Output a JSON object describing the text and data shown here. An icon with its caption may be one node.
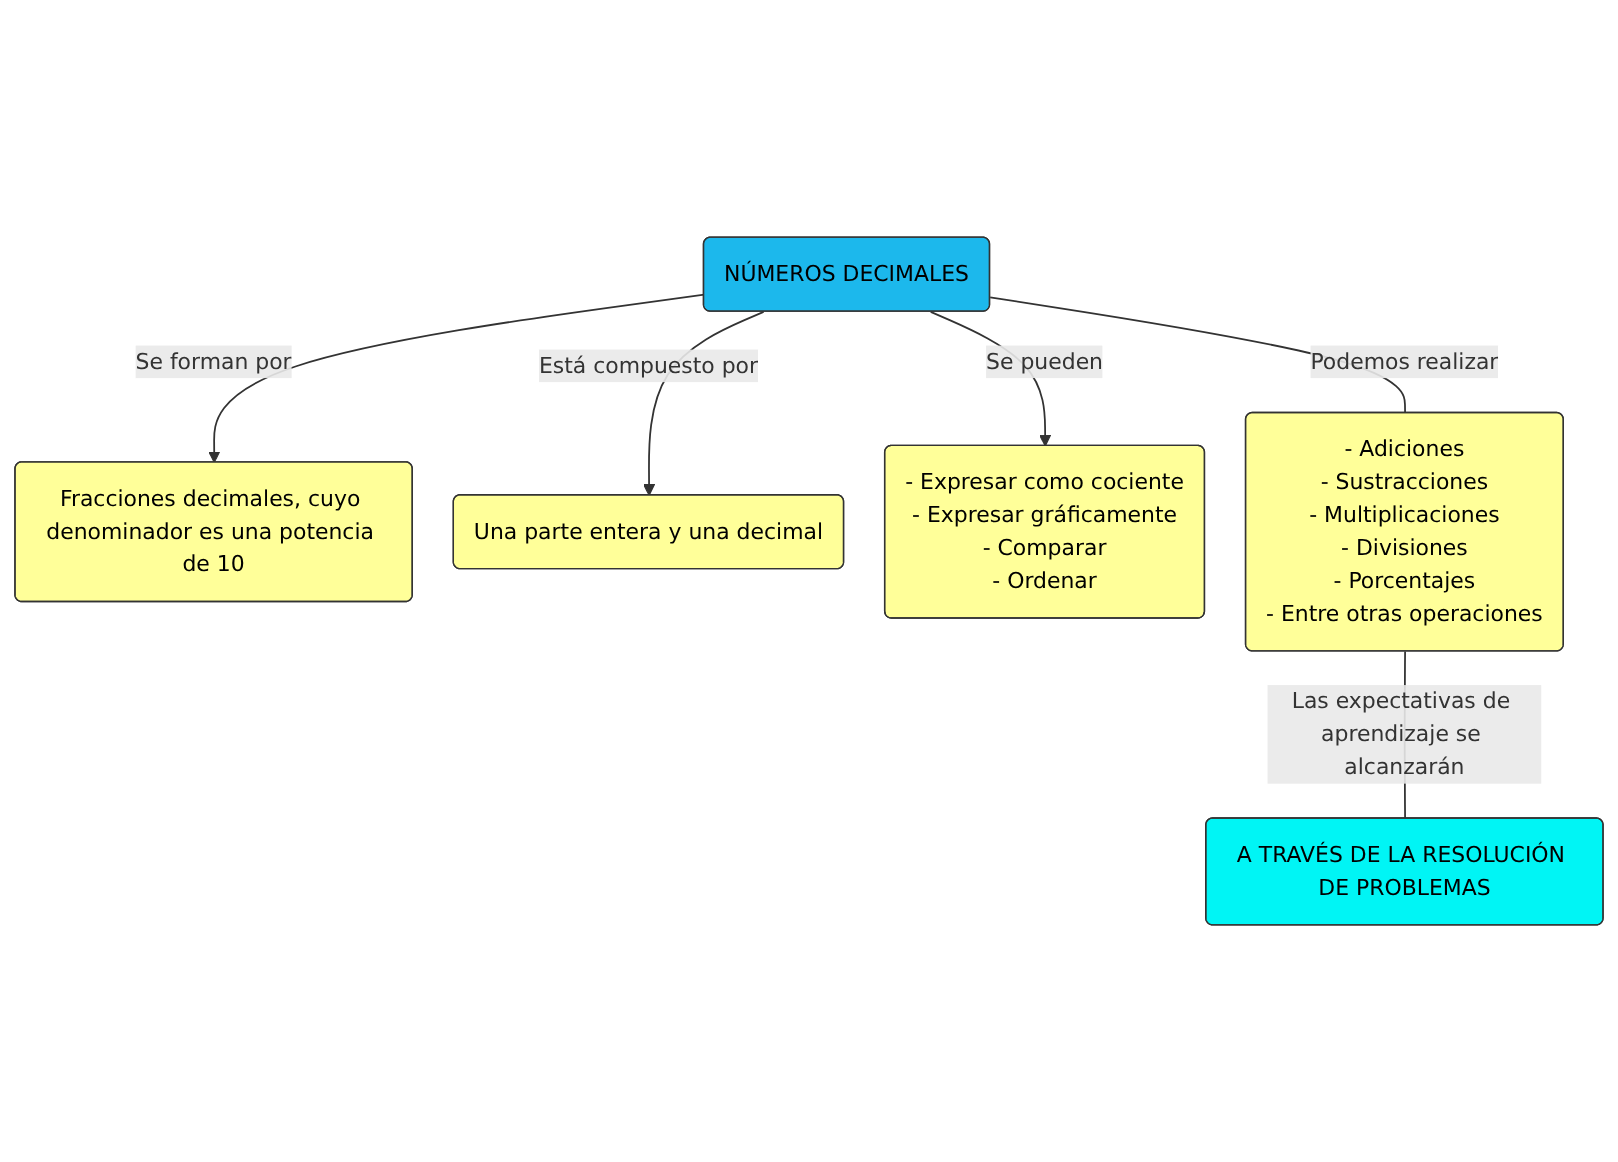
{
  "diagram": {
    "nodes": [
      {
        "text": [
          "Fracciones decimales, cuyo denominador es una potencia de 10"
        ]
      },
      {
        "text": [
          "Una parte entera y una decimal"
        ]
      },
      {
        "text": [
          "NÚMEROS DECIMALES"
        ]
      },
      {
        "text": [
          "- Expresar como cociente",
          "- Expresar gráficamente",
          "- Comparar",
          "- Ordenar"
        ]
      },
      {
        "text": [
          "- Adiciones",
          "- Sustracciones",
          "- Multiplicaciones",
          "- Divisiones",
          "- Porcentajes",
          "- Entre otras operaciones"
        ]
      },
      {
        "text": [
          "A TRAVÉS DE LA RESOLUCIÓN DE PROBLEMAS"
        ]
      }
    ],
    "edges": [
      {
        "from": 2,
        "to": 0,
        "arrow": "to",
        "label": "Se forman por"
      },
      {
        "from": 2,
        "to": 1,
        "arrow": "to",
        "label": "Está compuesto por"
      },
      {
        "from": 2,
        "to": 3,
        "arrow": "to",
        "label": "Se pueden"
      },
      {
        "from": 2,
        "to": 4,
        "arrow": "none",
        "label": "Podemos realizar"
      },
      {
        "from": 4,
        "to": 5,
        "arrow": "none",
        "label": "Las expectativas de aprendizaje se alcanzarán"
      }
    ]
  }
}
